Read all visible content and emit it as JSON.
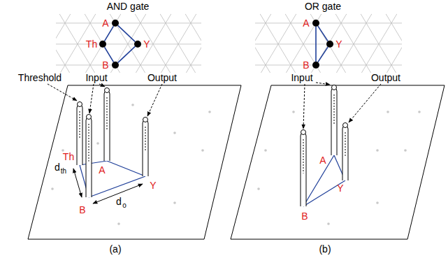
{
  "diagram": {
    "nodes": [
      {
        "text": [
          "A"
        ]
      },
      {
        "text": [
          "Th"
        ]
      },
      {
        "text": [
          "Y"
        ]
      },
      {
        "text": [
          "B"
        ]
      },
      {
        "text": [
          "A"
        ]
      },
      {
        "text": [
          "Y"
        ]
      },
      {
        "text": [
          "B"
        ]
      }
    ],
    "edges": [
      {
        "from": 0,
        "to": 2,
        "arrow": "none"
      },
      {
        "from": 2,
        "to": 3,
        "arrow": "none"
      },
      {
        "from": 3,
        "to": 1,
        "arrow": "none"
      },
      {
        "from": 1,
        "to": 0,
        "arrow": "none"
      },
      {
        "from": 4,
        "to": 6,
        "arrow": "none"
      },
      {
        "from": 4,
        "to": 5,
        "arrow": "none"
      },
      {
        "from": 5,
        "to": 6,
        "arrow": "none"
      }
    ],
    "labels": [
      "AND gate",
      "Input",
      "Threshold",
      "Output",
      "A",
      "Th",
      "B",
      "Y",
      "d",
      "th",
      "d",
      "o",
      "(a)",
      "OR gate",
      "Input",
      "Output",
      "A",
      "Y",
      "B",
      "(b)"
    ]
  }
}
